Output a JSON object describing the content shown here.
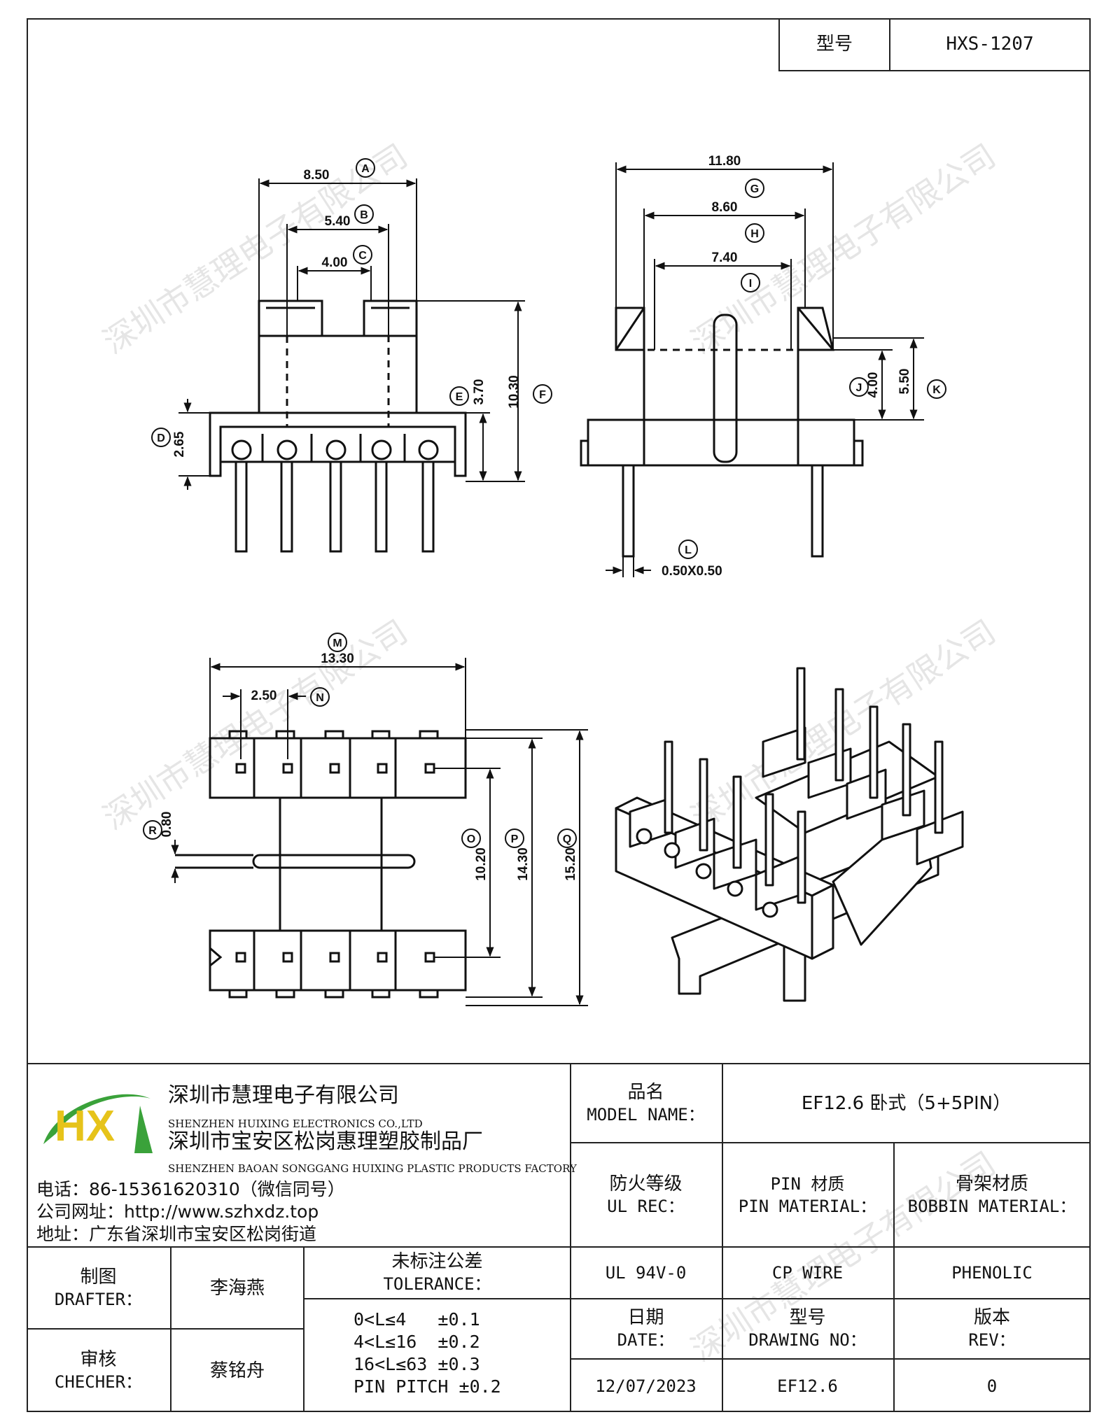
{
  "header": {
    "type_label": "型号",
    "type_value": "HXS-1207"
  },
  "watermark": "深圳市慧理电子有限公司",
  "company": {
    "logo_letters": "HX",
    "name_cn": "深圳市慧理电子有限公司",
    "name_en": "SHENZHEN HUIXING ELECTRONICS CO.,LTD",
    "factory_cn": "深圳市宝安区松岗惠理塑胶制品厂",
    "factory_en": "SHENZHEN BAOAN SONGGANG HUIXING PLASTIC PRODUCTS FACTORY",
    "phone": "电话：86-15361620310（微信同号）",
    "website": "公司网址：http://www.szhxdz.top",
    "address": "地址：广东省深圳市宝安区松岗街道"
  },
  "title_block": {
    "model_name_cn": "品名",
    "model_name_en": "MODEL NAME：",
    "model_name_value": "EF12.6 卧式（5+5PIN）",
    "ul_rec_cn": "防火等级",
    "ul_rec_en": "UL REC：",
    "pin_material_cn": "PIN 材质",
    "pin_material_en": "PIN MATERIAL：",
    "bobbin_material_cn": "骨架材质",
    "bobbin_material_en": "BOBBIN MATERIAL：",
    "ul_rec_value": "UL 94V-0",
    "pin_material_value": "CP WIRE",
    "bobbin_material_value": "PHENOLIC",
    "drafter_cn": "制图",
    "drafter_en": "DRAFTER：",
    "drafter_name": "李海燕",
    "checker_cn": "审核",
    "checker_en": "CHECHER：",
    "checker_name": "蔡铭舟",
    "tolerance_cn": "未标注公差",
    "tolerance_en": "TOLERANCE：",
    "tolerance_lines": [
      "0<L≤4   ±0.1",
      "4<L≤16  ±0.2",
      "16<L≤63 ±0.3",
      "PIN PITCH ±0.2"
    ],
    "date_cn": "日期",
    "date_en": "DATE：",
    "drawing_no_cn": "型号",
    "drawing_no_en": "DRAWING NO：",
    "rev_cn": "版本",
    "rev_en": "REV：",
    "date_value": "12/07/2023",
    "drawing_no_value": "EF12.6",
    "rev_value": "0"
  },
  "dimensions": {
    "A": "8.50",
    "B": "5.40",
    "C": "4.00",
    "D": "2.65",
    "E": "3.70",
    "F": "10.30",
    "G": "11.80",
    "H": "8.60",
    "I": "7.40",
    "J": "4.00",
    "K": "5.50",
    "L": "0.50X0.50",
    "M": "13.30",
    "N": "2.50",
    "O": "10.20",
    "P": "14.30",
    "Q": "15.20",
    "R": "0.80"
  },
  "colors": {
    "line": "#111111",
    "logo_green": "#3aa23a",
    "logo_yellow": "#e6c31a",
    "watermark": "#cccccc"
  }
}
